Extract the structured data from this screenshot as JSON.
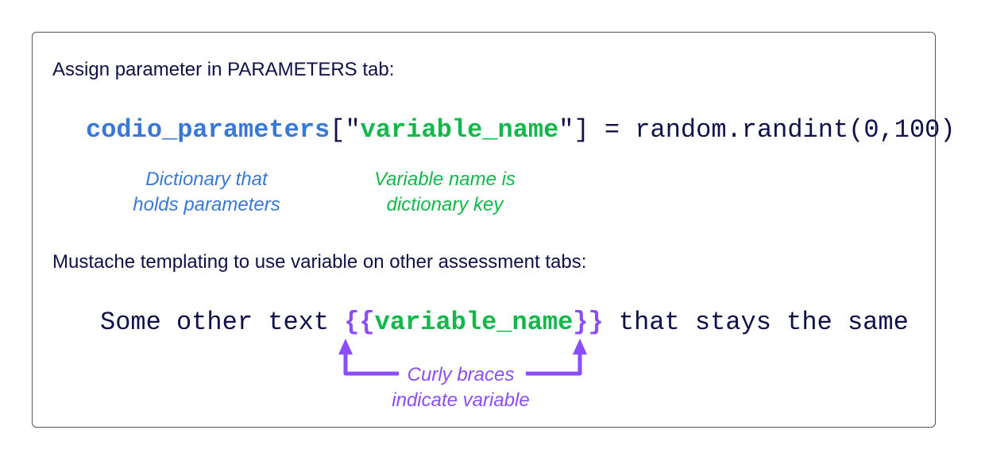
{
  "colors": {
    "text": "#10104a",
    "blue": "#3a78d8",
    "green": "#12b84a",
    "purple": "#8a4dff",
    "frame": "#555555"
  },
  "section1": {
    "heading": "Assign parameter in PARAMETERS tab:",
    "code": {
      "dict": "codio_parameters",
      "open": "[\"",
      "key": "variable_name",
      "close": "\"] = random.randint(0,100)"
    },
    "note_dict": {
      "line1": "Dictionary that",
      "line2": "holds parameters"
    },
    "note_key": {
      "line1": "Variable name is",
      "line2": "dictionary key"
    }
  },
  "section2": {
    "heading": "Mustache templating to use variable on other assessment tabs:",
    "code": {
      "before": "Some other text ",
      "open_braces": "{{",
      "variable": "variable_name",
      "close_braces": "}}",
      "after": " that stays the same"
    },
    "note_braces": {
      "line1": "Curly braces",
      "line2": "indicate variable"
    }
  }
}
